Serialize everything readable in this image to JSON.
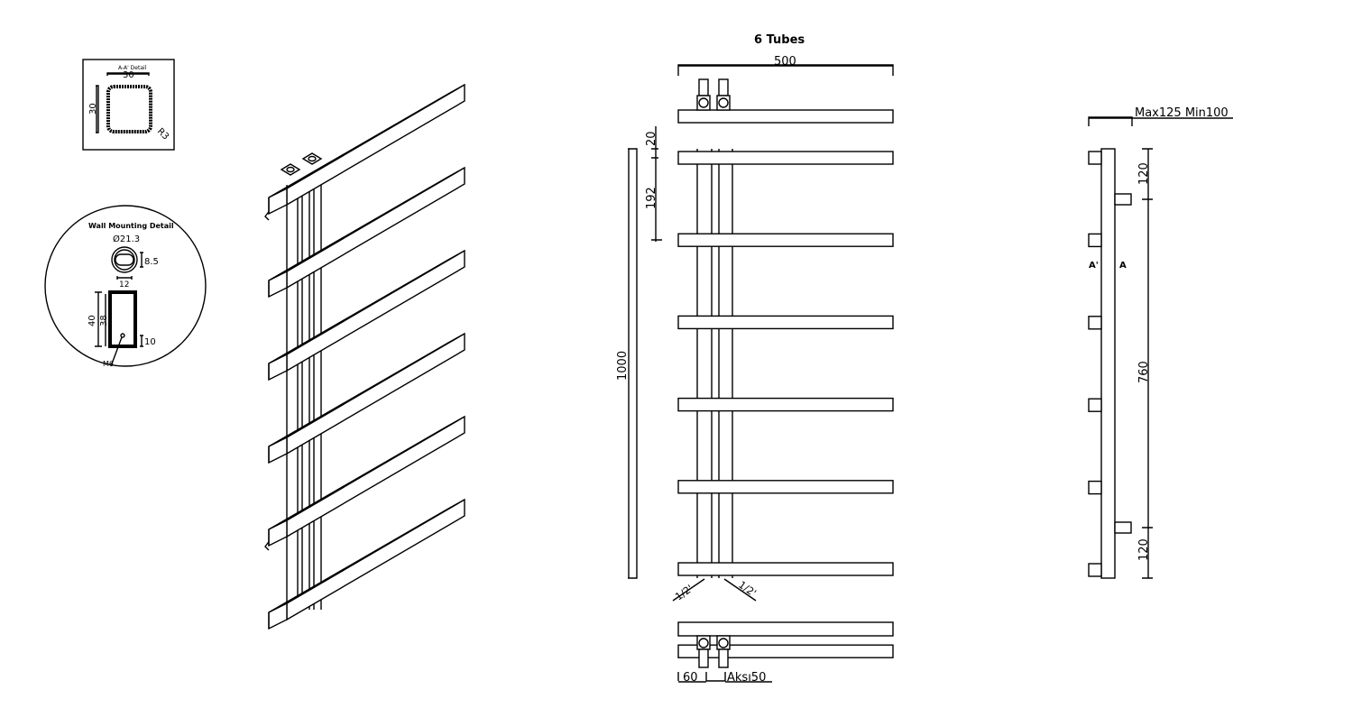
{
  "title": "6 Tubes",
  "front_view": {
    "width_dim": "500",
    "gap_dim": "20",
    "spacing_dim": "192",
    "height_dim": "1000",
    "valve_left": "1/2'",
    "valve_right": "1/2'",
    "offset_dim": "60",
    "axis_dim": "Aksı50"
  },
  "side_view": {
    "depth_dim": "Max125 Min100",
    "top_dim": "120",
    "middle_dim": "760",
    "bottom_dim": "120",
    "section_left": "A'",
    "section_right": "A"
  },
  "section_detail": {
    "title": "A-A' Detail",
    "width": "30",
    "height": "30",
    "radius": "R3"
  },
  "wall_mount_detail": {
    "title": "Wall Mounting Detail",
    "diameter": "Ø21.3",
    "slot_height": "8.5",
    "slot_width": "12",
    "outer_height": "40",
    "inner_height": "38",
    "hole_offset": "10",
    "screw": "M6"
  },
  "tube_count": 6
}
